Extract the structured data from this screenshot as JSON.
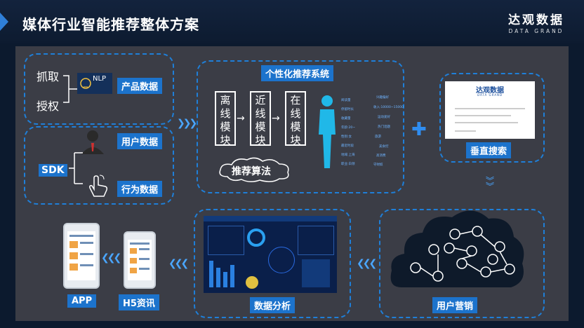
{
  "header": {
    "title": "媒体行业智能推荐整体方案"
  },
  "brand": {
    "cn": "达观数据",
    "en": "DATA GRAND"
  },
  "sources": {
    "grab": "抓取",
    "auth": "授权",
    "nlp": "NLP",
    "product_data": "产品数据",
    "user_data": "用户数据",
    "behavior_data": "行为数据",
    "sdk": "SDK"
  },
  "recommender": {
    "title": "个性化推荐系统",
    "offline": "离线模块",
    "nearline": "近线模块",
    "online": "在线模块",
    "algorithm": "推荐算法",
    "tags": [
      "阅读量",
      "停留时长",
      "收藏量",
      "年龄:20~",
      "性别:女",
      "最近时段",
      "地域:上海",
      "职业:白领",
      "兴趣偏好",
      "收入:10000~15000",
      "运动爱好",
      "热门话题",
      "旅游",
      "美食控",
      "高消费",
      "守财奴"
    ]
  },
  "vertical_search": {
    "label": "垂直搜索",
    "brand_cn": "达观数据",
    "brand_en": "DATA GRAND"
  },
  "marketing": {
    "label": "用户营销"
  },
  "analysis": {
    "label": "数据分析"
  },
  "outputs": {
    "app": "APP",
    "h5": "H5资讯"
  },
  "colors": {
    "accent": "#1f7fd8",
    "panel": "#3b3d46",
    "background": "#0c1a2e"
  }
}
